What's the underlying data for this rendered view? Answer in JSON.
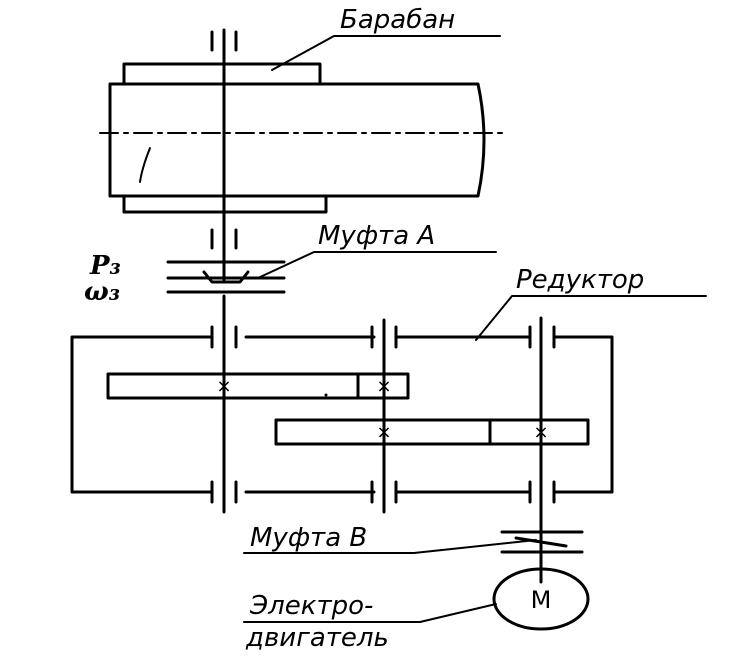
{
  "labels": {
    "drum": "Барабан",
    "coupling_a": "Муфта А",
    "power": "P₃",
    "angular_velocity": "ω₃",
    "reducer": "Редуктор",
    "coupling_b": "Муфта В",
    "motor_line1": "Электро-",
    "motor_line2": "двигатель",
    "motor_symbol": "М",
    "gear_mark": "×"
  },
  "colors": {
    "ink": "#000000",
    "paper": "#ffffff"
  }
}
